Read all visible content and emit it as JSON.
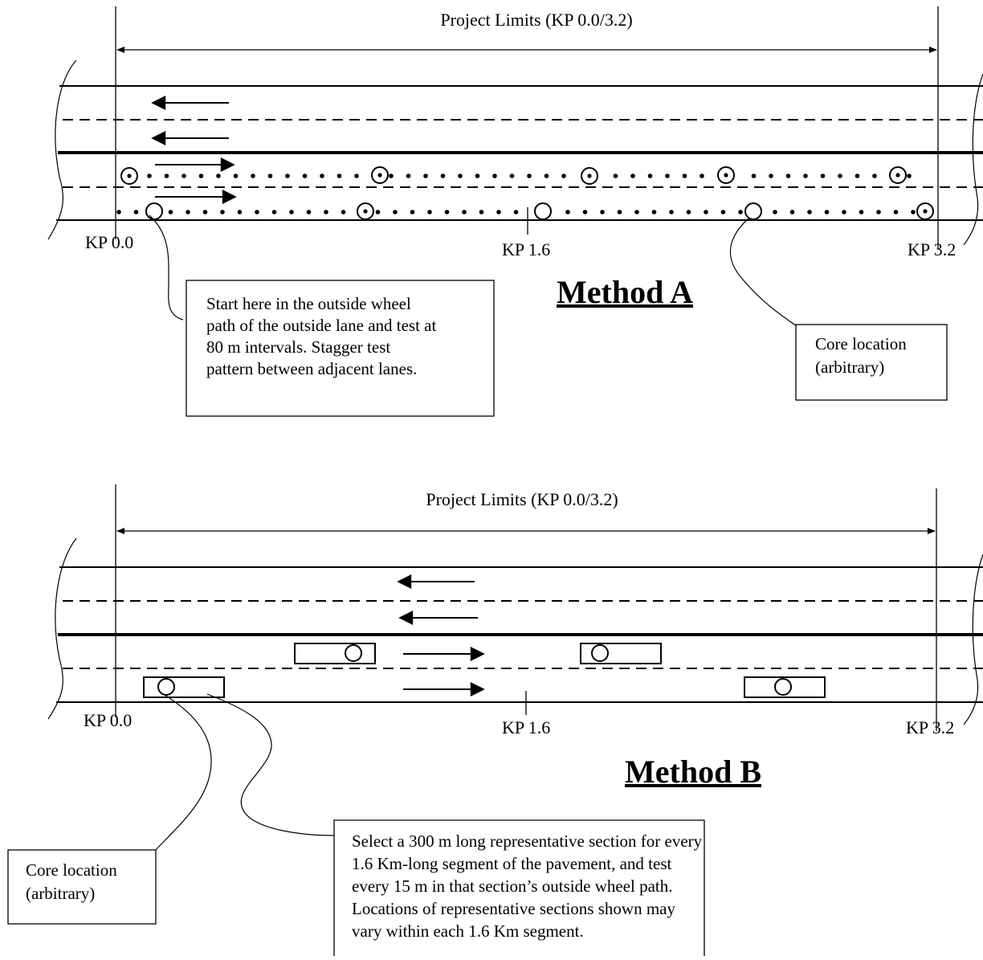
{
  "method_a": {
    "title": "Method A",
    "project_limits": "Project Limits (KP 0.0/3.2)",
    "kp_start": "KP 0.0",
    "kp_mid": "KP 1.6",
    "kp_end": "KP 3.2",
    "start_note": [
      "Start here in the outside wheel",
      "path of the outside lane and test at",
      "80 m intervals. Stagger test",
      "pattern between adjacent lanes."
    ],
    "core_note": [
      "Core location",
      "(arbitrary)"
    ]
  },
  "method_b": {
    "title": "Method B",
    "project_limits": "Project Limits (KP 0.0/3.2)",
    "kp_start": "KP 0.0",
    "kp_mid": "KP 1.6",
    "kp_end": "KP 3.2",
    "core_note": [
      "Core location",
      "(arbitrary)"
    ],
    "section_note": [
      "Select a 300 m long representative section for every",
      "1.6 Km-long segment of the pavement, and test",
      "every 15 m in that section’s outside wheel path.",
      "Locations of representative sections shown may",
      "vary within each 1.6 Km segment."
    ]
  }
}
